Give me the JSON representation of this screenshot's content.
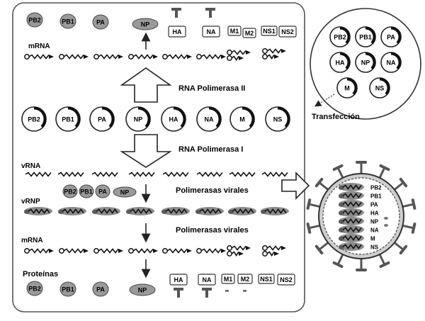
{
  "proteins": [
    "PB2",
    "PB1",
    "PA",
    "NP",
    "HA",
    "NA",
    "M1",
    "M2",
    "NS1",
    "NS2"
  ],
  "segments": [
    "PB2",
    "PB1",
    "PA",
    "NP",
    "HA",
    "NA",
    "M",
    "NS"
  ],
  "circle_segments": [
    "PB2",
    "PB1",
    "PA",
    "HA",
    "NP",
    "NA",
    "M",
    "NS"
  ],
  "virion_segments": [
    "PB2",
    "PB1",
    "PA",
    "HA",
    "NP",
    "NA",
    "M",
    "NS"
  ],
  "polymerase_complex": [
    "PB2",
    "PB1",
    "PA",
    "NP"
  ],
  "labels": {
    "mrna_top": "mRNA",
    "rna_pol_2": "RNA Polimerasa II",
    "rna_pol_1": "RNA Polimerasa I",
    "vrna": "vRNA",
    "vrnp": "vRNP",
    "viral_pol_1": "Polimerasas virales",
    "viral_pol_2": "Polimerasas virales",
    "mrna_bottom": "mRNA",
    "proteins": "Proteínas",
    "transfection": "Transfección"
  }
}
